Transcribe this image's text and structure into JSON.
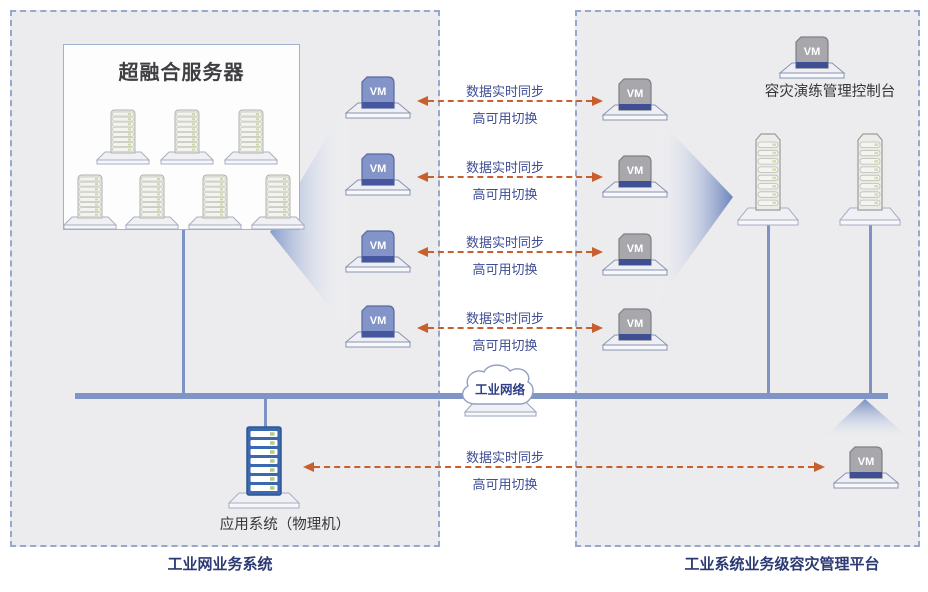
{
  "left_region": {
    "caption": "工业网业务系统",
    "hci_box": {
      "title": "超融合服务器"
    },
    "app_server_label": "应用系统（物理机）"
  },
  "right_region": {
    "caption": "工业系统业务级容灾管理平台",
    "console_label": "容灾演练管理控制台"
  },
  "network_cloud_label": "工业网络",
  "vm_label": "VM",
  "sync_links": [
    {
      "line1": "数据实时同步",
      "line2": "高可用切换"
    },
    {
      "line1": "数据实时同步",
      "line2": "高可用切换"
    },
    {
      "line1": "数据实时同步",
      "line2": "高可用切换"
    },
    {
      "line1": "数据实时同步",
      "line2": "高可用切换"
    },
    {
      "line1": "数据实时同步",
      "line2": "高可用切换"
    }
  ],
  "colors": {
    "region_fill": "#ececee",
    "region_border": "#97a8ce",
    "bus_line": "#8095c5",
    "arrow_orange": "#c7602e",
    "link_text_blue": "#3e4c94",
    "vm_blue": "#8294c8",
    "vm_gray": "#a8a8ac",
    "vm_band_navy": "#47579f",
    "caption_navy": "#2c3a74",
    "app_server_blue": "#3a69b0"
  }
}
